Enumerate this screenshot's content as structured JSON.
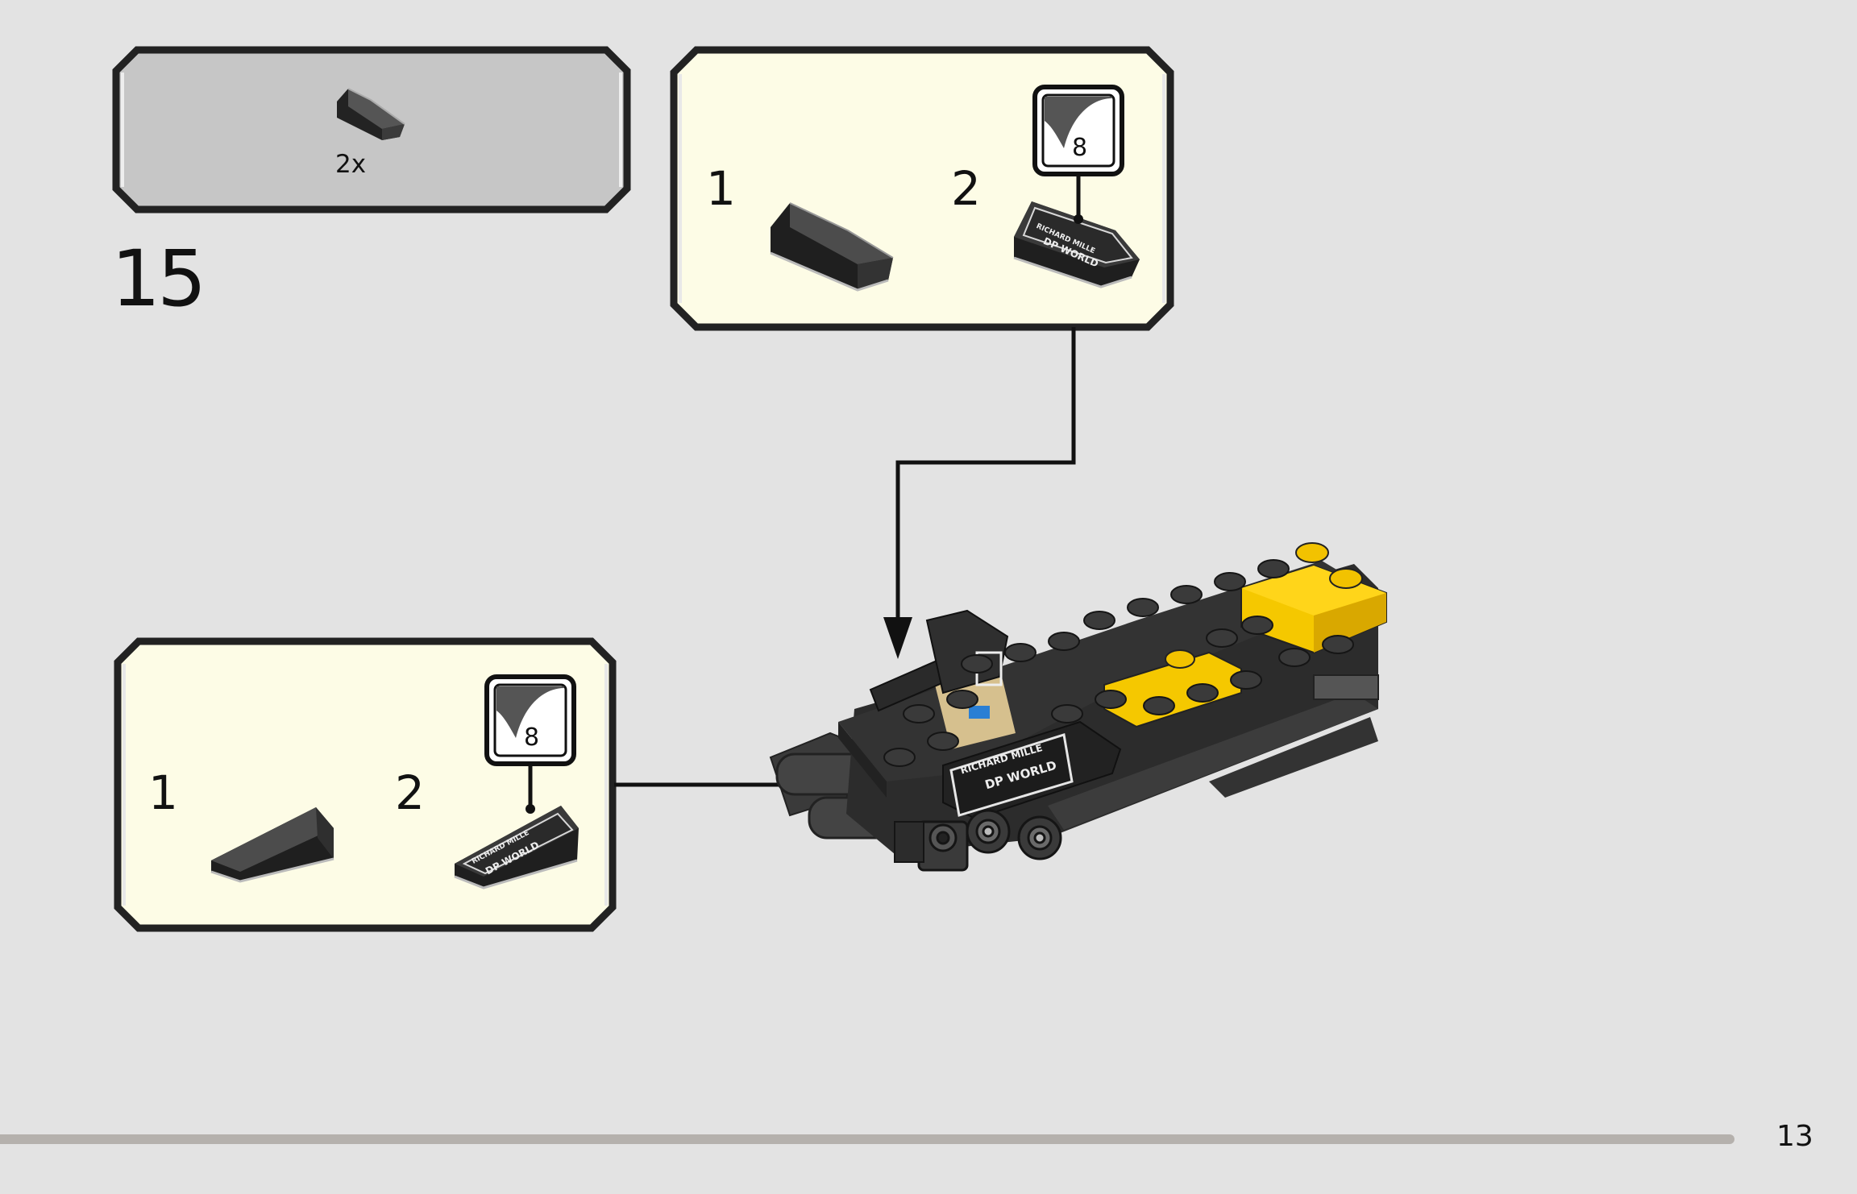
{
  "step": {
    "number": "15"
  },
  "parts_list": {
    "quantity": "2x",
    "part_icon": "black-slope-brick"
  },
  "callout_top": {
    "sub_steps": [
      {
        "number": "1",
        "part_icon": "black-slope-brick"
      },
      {
        "number": "2",
        "part_icon": "black-slope-brick-with-sticker"
      }
    ],
    "sticker": {
      "number": "8",
      "line1": "RICHARD MILLE",
      "line2": "DP WORLD"
    }
  },
  "callout_bottom": {
    "sub_steps": [
      {
        "number": "1",
        "part_icon": "black-slope-brick"
      },
      {
        "number": "2",
        "part_icon": "black-slope-brick-with-sticker"
      }
    ],
    "sticker": {
      "number": "8",
      "line1": "RICHARD MILLE",
      "line2": "DP WORLD"
    }
  },
  "model": {
    "sticker_line1": "RICHARD MILLE",
    "sticker_line2": "DP WORLD"
  },
  "footer": {
    "page_number": "13"
  },
  "colors": {
    "background": "#e3e3e3",
    "callout_fill": "#fdfce6",
    "parts_fill": "#c6c6c6",
    "brick_black": "#2b2b2b",
    "brick_yellow": "#f5c800",
    "footer_bar": "#b5b1ad"
  }
}
